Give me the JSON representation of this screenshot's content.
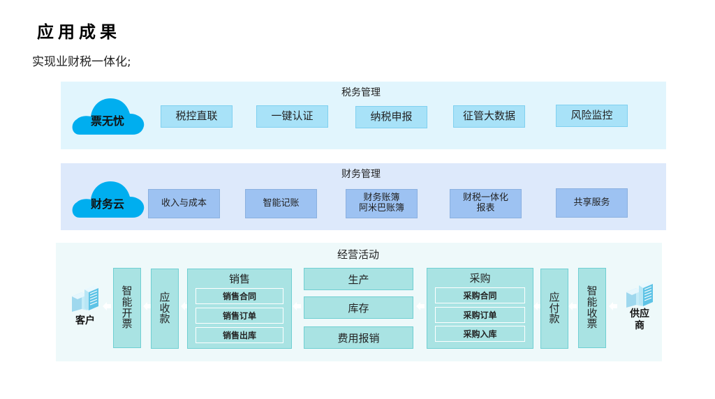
{
  "header": {
    "title": "应用成果",
    "subtitle": "实现业财税一体化;"
  },
  "tax_panel": {
    "label": "税务管理",
    "cloud": {
      "label": "票无忧",
      "icon": "cloud-icon",
      "color": "#00aeef"
    },
    "items": [
      "税控直联",
      "一键认证",
      "纳税申报",
      "征管大数据",
      "风险监控"
    ]
  },
  "finance_panel": {
    "label": "财务管理",
    "cloud": {
      "label": "财务云",
      "icon": "cloud-icon",
      "color": "#00aeef"
    },
    "items": [
      {
        "line1": "收入与成本",
        "line2": ""
      },
      {
        "line1": "智能记账",
        "line2": ""
      },
      {
        "line1": "财务账簿",
        "line2": "阿米巴账簿"
      },
      {
        "line1": "财税一体化",
        "line2": "报表"
      },
      {
        "line1": "共享服务",
        "line2": ""
      }
    ]
  },
  "ops_panel": {
    "label": "经营活动",
    "customer": {
      "label": "客户",
      "icon": "building-icon"
    },
    "supplier": {
      "label_line1": "供应",
      "label_line2": "商",
      "icon": "building-icon"
    },
    "smart_invoicing": [
      "智",
      "能",
      "开",
      "票"
    ],
    "receivable": [
      "应",
      "收",
      "款"
    ],
    "sales": {
      "title": "销售",
      "items": [
        "销售合同",
        "销售订单",
        "销售出库"
      ]
    },
    "middle": [
      "生产",
      "库存",
      "费用报销"
    ],
    "purchase": {
      "title": "采购",
      "items": [
        "采购合同",
        "采购订单",
        "采购入库"
      ]
    },
    "payable": [
      "应",
      "付",
      "款"
    ],
    "smart_receiving": [
      "智",
      "能",
      "收",
      "票"
    ],
    "arrow_icon": "arrow-left-icon"
  },
  "colors": {
    "tax_panel_bg": "#e1f5fd",
    "finance_panel_bg": "#dde9fb",
    "ops_panel_bg": "#eef9fa",
    "tax_box": "#a8e2f8",
    "finance_box": "#9dc2f2",
    "ops_box": "#a9e3e3",
    "cloud": "#00aeef"
  }
}
